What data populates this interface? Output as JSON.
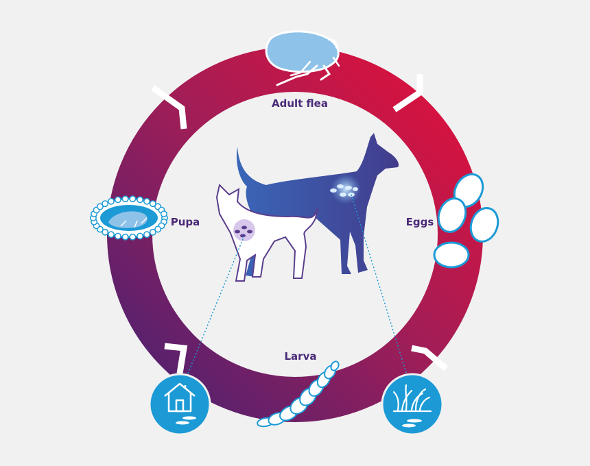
{
  "diagram": {
    "stages": [
      {
        "id": "adult",
        "label": "Adult flea"
      },
      {
        "id": "eggs",
        "label": "Eggs"
      },
      {
        "id": "larva",
        "label": "Larva"
      },
      {
        "id": "pupa",
        "label": "Pupa"
      }
    ],
    "environments": [
      {
        "id": "home",
        "icon": "house-icon"
      },
      {
        "id": "outdoors",
        "icon": "grass-icon"
      }
    ],
    "colors": {
      "ring_red": "#d7123f",
      "ring_purple": "#56216f",
      "label_purple": "#4a2a78",
      "icon_blue": "#1b9ad6",
      "flea_blue": "#8ec2e8",
      "dog_blue": "#3f4ea0",
      "cat_outline": "#5a3d8c",
      "egg_outline": "#1b9ad6",
      "background": "#f1f1f1"
    }
  }
}
